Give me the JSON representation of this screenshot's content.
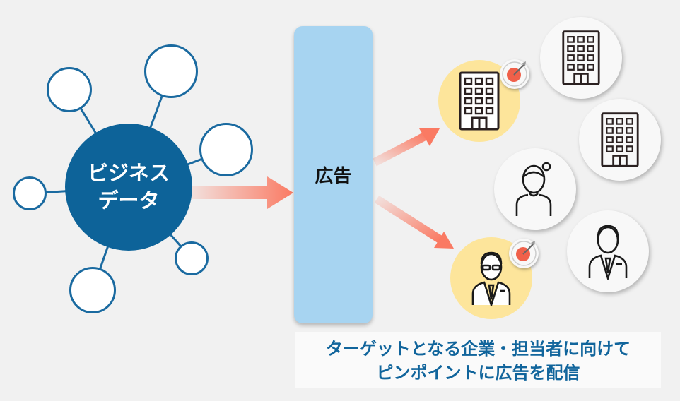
{
  "hub": {
    "line1": "ビジネス",
    "line2": "データ"
  },
  "ad_box": {
    "label": "広告"
  },
  "caption": {
    "line1": "ターゲットとなる企業・担当者に向けて",
    "line2": "ピンポイントに広告を配信"
  },
  "colors": {
    "hub": "#0d6399",
    "ad": "#a7d4f1",
    "arrow": "#fa7a63",
    "target": "#fde59b",
    "caption_text": "#11659c"
  },
  "entities": [
    {
      "type": "building-icon",
      "targeted": true
    },
    {
      "type": "building-icon",
      "targeted": false
    },
    {
      "type": "building-icon",
      "targeted": false
    },
    {
      "type": "woman-icon",
      "targeted": false
    },
    {
      "type": "businessman-icon",
      "targeted": false
    },
    {
      "type": "businessman-glasses-icon",
      "targeted": true
    }
  ]
}
